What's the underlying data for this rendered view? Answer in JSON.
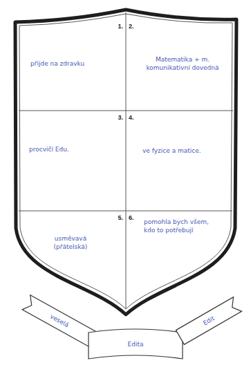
{
  "diagram": {
    "nodes": [
      {
        "text": [
          "1.",
          "přijde na zdravku"
        ]
      },
      {
        "text": [
          "2.",
          "Matematika + m. komunikativní dovedná"
        ]
      },
      {
        "text": [
          "3.",
          "procvičí Edu."
        ]
      },
      {
        "text": [
          "4.",
          "ve fyzice a matice."
        ]
      },
      {
        "text": [
          "5.",
          "usměvavá (přátelská)"
        ]
      },
      {
        "text": [
          "6.",
          "pomohla bych všem, kdo to potřebují"
        ]
      },
      {
        "text": [
          "veselá"
        ]
      },
      {
        "text": [
          "Edita"
        ]
      },
      {
        "text": [
          "Edit"
        ]
      }
    ]
  }
}
